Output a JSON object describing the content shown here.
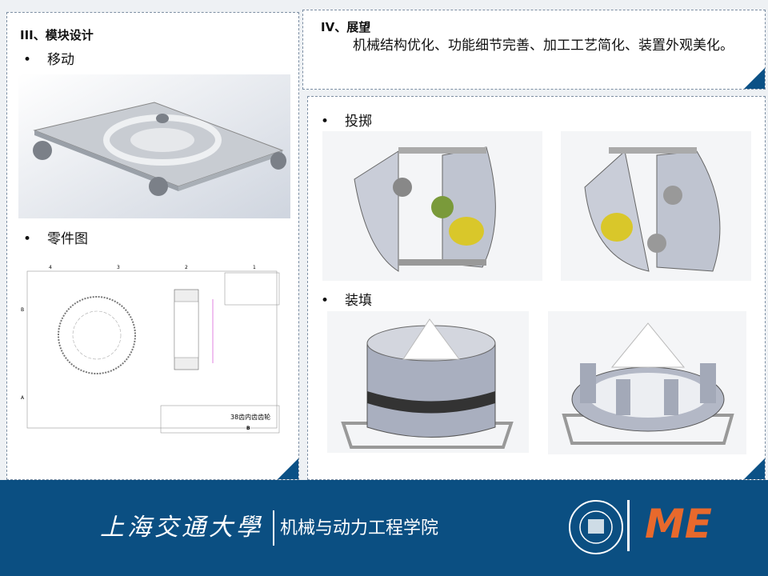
{
  "left": {
    "heading": "III、模块设计",
    "bullet1": "移动",
    "bullet2": "零件图",
    "drawing": {
      "title": "38齿内齿齿轮",
      "col_labels": [
        "4",
        "3",
        "2",
        "1"
      ],
      "row_labels": [
        "B",
        "A"
      ],
      "sheet_size": "B"
    }
  },
  "outlook": {
    "heading": "IV、展望",
    "text": "机械结构优化、功能细节完善、加工工艺简化、装置外观美化。"
  },
  "right": {
    "bullet1": "投掷",
    "bullet2": "装填"
  },
  "footer": {
    "university": "上海交通大學",
    "school": "机械与动力工程学院",
    "logo_text": "ME"
  },
  "colors": {
    "footer": "#0b4f82",
    "accent": "#e8692c"
  }
}
